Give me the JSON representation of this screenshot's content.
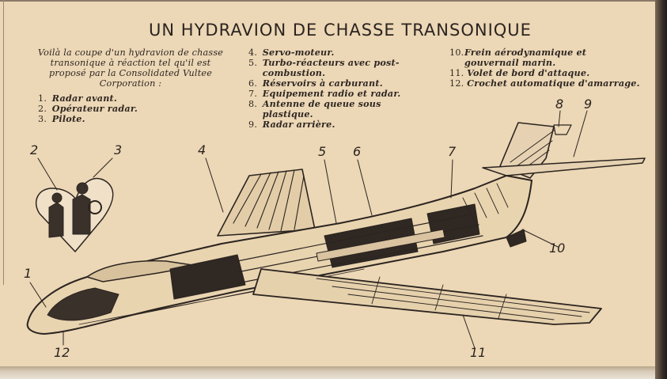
{
  "title": "UN HYDRAVION DE CHASSE TRANSONIQUE",
  "intro": "Voilà la coupe d'un hydravion de chasse transonique à réaction tel qu'il est proposé par la Consolidated Vultee Corporation :",
  "legend": {
    "col1": [
      {
        "num": "1.",
        "text": "Radar avant."
      },
      {
        "num": "2.",
        "text": "Opérateur radar."
      },
      {
        "num": "3.",
        "text": "Pilote."
      }
    ],
    "col2": [
      {
        "num": "4.",
        "text": "Servo-moteur."
      },
      {
        "num": "5.",
        "text": "Turbo-réacteurs avec post-combustion."
      },
      {
        "num": "6.",
        "text": "Réservoirs à carburant."
      },
      {
        "num": "7.",
        "text": "Equipement radio et radar."
      },
      {
        "num": "8.",
        "text": "Antenne de queue sous plastique."
      },
      {
        "num": "9.",
        "text": "Radar arrière."
      }
    ],
    "col3": [
      {
        "num": "10.",
        "text": "Frein aérodynamique et gouvernail marin."
      },
      {
        "num": "11.",
        "text": "Volet de bord d'attaque."
      },
      {
        "num": "12.",
        "text": "Crochet automatique d'amarrage."
      }
    ]
  },
  "callouts": [
    "1",
    "2",
    "3",
    "4",
    "5",
    "6",
    "7",
    "8",
    "9",
    "10",
    "11",
    "12"
  ],
  "colors": {
    "paper": "#ecd7b6",
    "ink": "#2b2420"
  }
}
